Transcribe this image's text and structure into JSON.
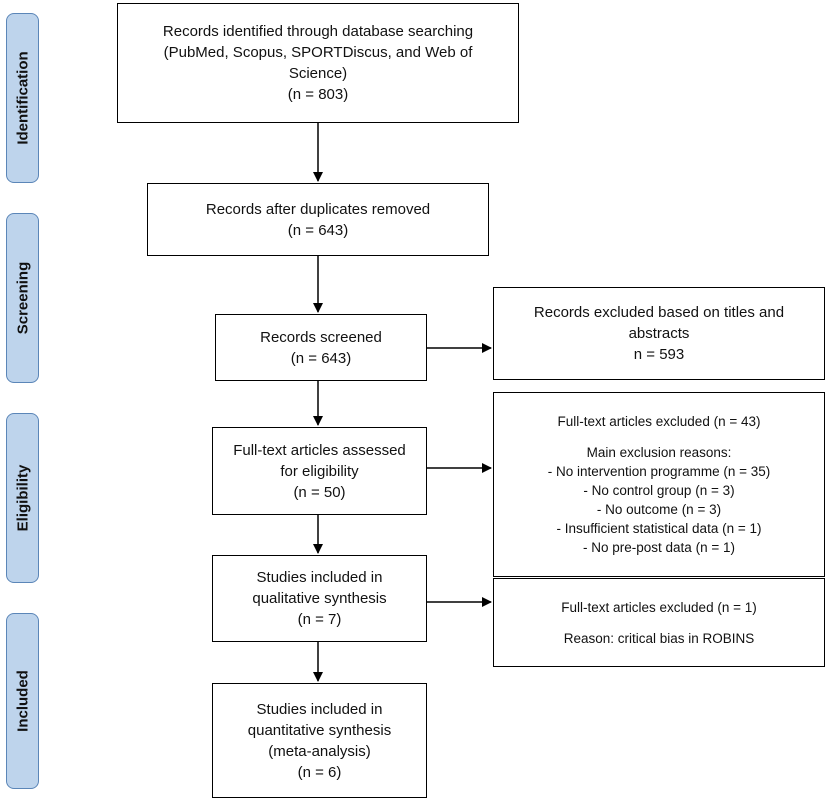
{
  "phases": [
    {
      "id": "identification",
      "label": "Identification"
    },
    {
      "id": "screening",
      "label": "Screening"
    },
    {
      "id": "eligibility",
      "label": "Eligibility"
    },
    {
      "id": "included",
      "label": "Included"
    }
  ],
  "boxes": {
    "identified": {
      "lines": [
        "Records identified through database searching",
        "(PubMed, Scopus, SPORTDiscus, and Web of",
        "Science)",
        "(n = 803)"
      ]
    },
    "duplicates_removed": {
      "lines": [
        "Records after duplicates removed",
        "(n = 643)"
      ]
    },
    "screened": {
      "lines": [
        "Records screened",
        "(n = 643)"
      ]
    },
    "excluded_titles": {
      "lines": [
        "Records excluded based on titles and",
        "abstracts",
        "n = 593"
      ]
    },
    "fulltext_assessed": {
      "lines": [
        "Full-text articles assessed",
        "for eligibility",
        "(n = 50)"
      ]
    },
    "fulltext_excluded": {
      "header": "Full-text articles excluded (n = 43)",
      "subheader": "Main exclusion reasons:",
      "reasons": [
        "-       No intervention programme (n = 35)",
        "-       No control group (n = 3)",
        "-       No outcome (n = 3)",
        "-       Insufficient statistical data (n = 1)",
        "-       No pre-post data (n = 1)"
      ]
    },
    "qualitative": {
      "lines": [
        "Studies included in",
        "qualitative synthesis",
        "(n = 7)"
      ]
    },
    "fulltext_excluded_bias": {
      "header": "Full-text articles excluded (n = 1)",
      "reason": "Reason: critical bias in ROBINS"
    },
    "quantitative": {
      "lines": [
        "Studies included in",
        "quantitative synthesis",
        "(meta-analysis)",
        "(n = 6)"
      ]
    }
  },
  "colors": {
    "phase_fill": "#bed4ec",
    "phase_border": "#5b86b8",
    "box_border": "#000000",
    "arrow": "#000000"
  }
}
